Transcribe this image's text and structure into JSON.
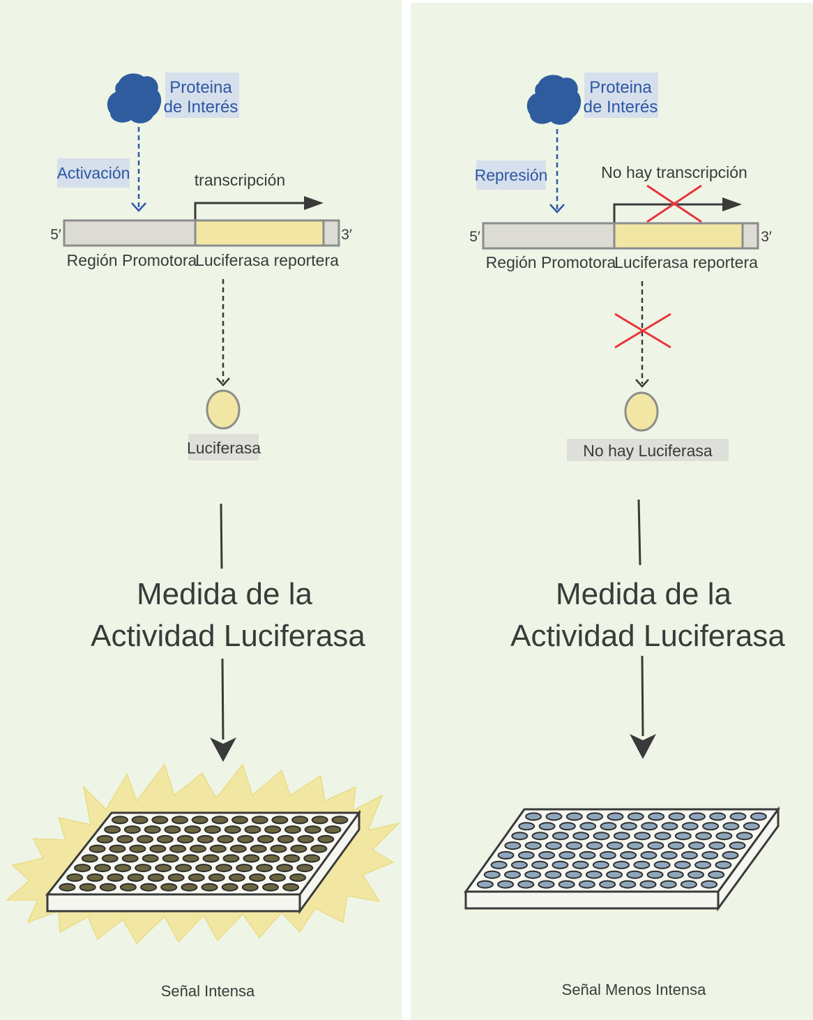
{
  "panels": [
    {
      "protein_label_line1": "Proteina",
      "protein_label_line2": "de Interés",
      "regulation": "Activación",
      "transcription": "transcripción",
      "five_prime": "5′",
      "three_prime": "3′",
      "promoter": "Región Promotora",
      "reporter": "Luciferasa reportera",
      "product": "Luciferasa",
      "measure_line1": "Medida de la",
      "measure_line2": "Actividad Luciferasa",
      "signal": "Señal Intensa"
    },
    {
      "protein_label_line1": "Proteina",
      "protein_label_line2": "de Interés",
      "regulation": "Represión",
      "transcription": "No hay transcripción",
      "five_prime": "5′",
      "three_prime": "3′",
      "promoter": "Región Promotora",
      "reporter": "Luciferasa reportera",
      "product": "No hay Luciferasa",
      "measure_line1": "Medida de la",
      "measure_line2": "Actividad Luciferasa",
      "signal": "Señal Menos Intensa"
    }
  ],
  "colors": {
    "background": "#eef5e6",
    "protein": "#2f5c9e",
    "label_blue": "#2d57a3",
    "label_box": "#d6dfec",
    "promoter_fill": "#dcdcd4",
    "reporter_fill": "#f2e6a4",
    "outline": "#8c8c8c",
    "dark": "#3a3a3a",
    "cross": "#e8343c",
    "glow": "#f2e7a2",
    "well_bright": "#6a6440",
    "well_dim": "#8fa7bc",
    "product_box": "#dedfd8"
  }
}
